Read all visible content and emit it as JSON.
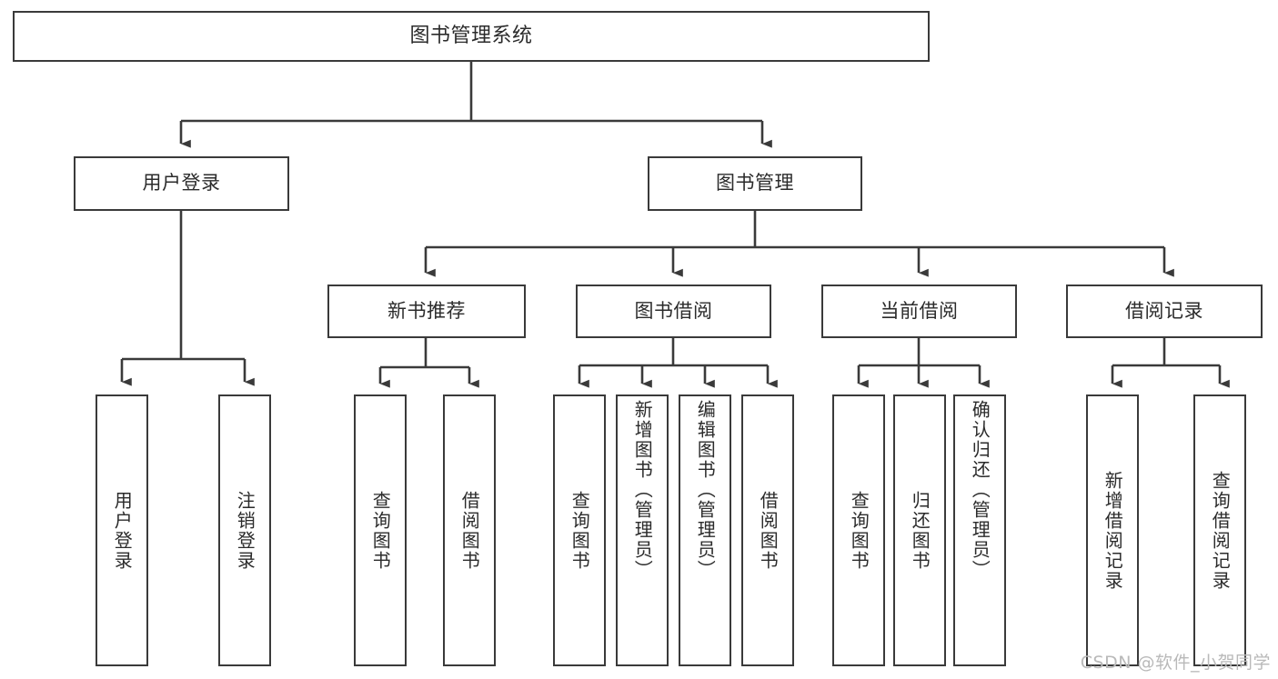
{
  "diagram": {
    "type": "tree",
    "title": "图书管理系统",
    "watermark": "CSDN @软件_小贺同学",
    "edge_color": "#3a3a3a",
    "box_border_color": "#3a3a3a",
    "background": "#ffffff",
    "text_color": "#2b2b2b"
  },
  "nodes": {
    "root": {
      "label": "图书管理系统"
    },
    "level1": [
      {
        "label": "用户登录"
      },
      {
        "label": "图书管理"
      }
    ],
    "level2": [
      {
        "label": "新书推荐"
      },
      {
        "label": "图书借阅"
      },
      {
        "label": "当前借阅"
      },
      {
        "label": "借阅记录"
      }
    ],
    "leaves": {
      "user_login": [
        {
          "label": "用户登录"
        },
        {
          "label": "注销登录"
        }
      ],
      "new_book_recommend": [
        {
          "label": "查询图书"
        },
        {
          "label": "借阅图书"
        }
      ],
      "book_borrow": [
        {
          "label": "查询图书"
        },
        {
          "label": "新增图书（管理员）"
        },
        {
          "label": "编辑图书（管理员）"
        },
        {
          "label": "借阅图书"
        }
      ],
      "current_borrow": [
        {
          "label": "查询图书"
        },
        {
          "label": "归还图书"
        },
        {
          "label": "确认归还（管理员）"
        }
      ],
      "borrow_record": [
        {
          "label": "新增借阅记录"
        },
        {
          "label": "查询借阅记录"
        }
      ]
    }
  }
}
